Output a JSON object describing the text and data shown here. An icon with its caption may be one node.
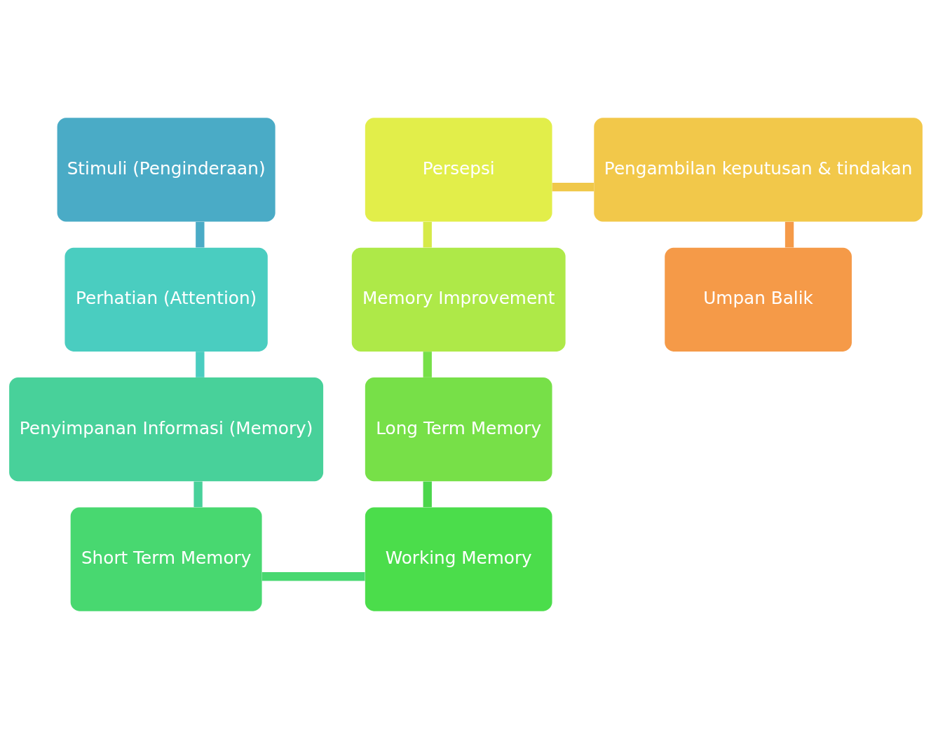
{
  "diagram": {
    "nodes": [
      {
        "text": [
          "Stimuli (Penginderaan)"
        ]
      },
      {
        "text": [
          "Perhatian (Attention)"
        ]
      },
      {
        "text": [
          "Penyimpanan Informasi (Memory)"
        ]
      },
      {
        "text": [
          "Short Term Memory"
        ]
      },
      {
        "text": [
          "Working Memory"
        ]
      },
      {
        "text": [
          "Long Term Memory"
        ]
      },
      {
        "text": [
          "Memory Improvement"
        ]
      },
      {
        "text": [
          "Persepsi"
        ]
      },
      {
        "text": [
          "Pengambilan keputusan & tindakan"
        ]
      },
      {
        "text": [
          "Umpan Balik"
        ]
      }
    ],
    "edges": [
      {
        "from": 0,
        "to": 1,
        "arrow": "none",
        "color": "#4aabc6"
      },
      {
        "from": 1,
        "to": 2,
        "arrow": "none",
        "color": "#4acdc0"
      },
      {
        "from": 2,
        "to": 3,
        "arrow": "none",
        "color": "#48d19a"
      },
      {
        "from": 3,
        "to": 4,
        "arrow": "none",
        "color": "#48d870"
      },
      {
        "from": 4,
        "to": 5,
        "arrow": "none",
        "color": "#4bd64b"
      },
      {
        "from": 5,
        "to": 6,
        "arrow": "none",
        "color": "#77e048"
      },
      {
        "from": 6,
        "to": 7,
        "arrow": "none",
        "color": "#d6ea48"
      },
      {
        "from": 7,
        "to": 8,
        "arrow": "none",
        "color": "#f0c84a"
      },
      {
        "from": 8,
        "to": 9,
        "arrow": "none",
        "color": "#f59a48"
      }
    ]
  }
}
